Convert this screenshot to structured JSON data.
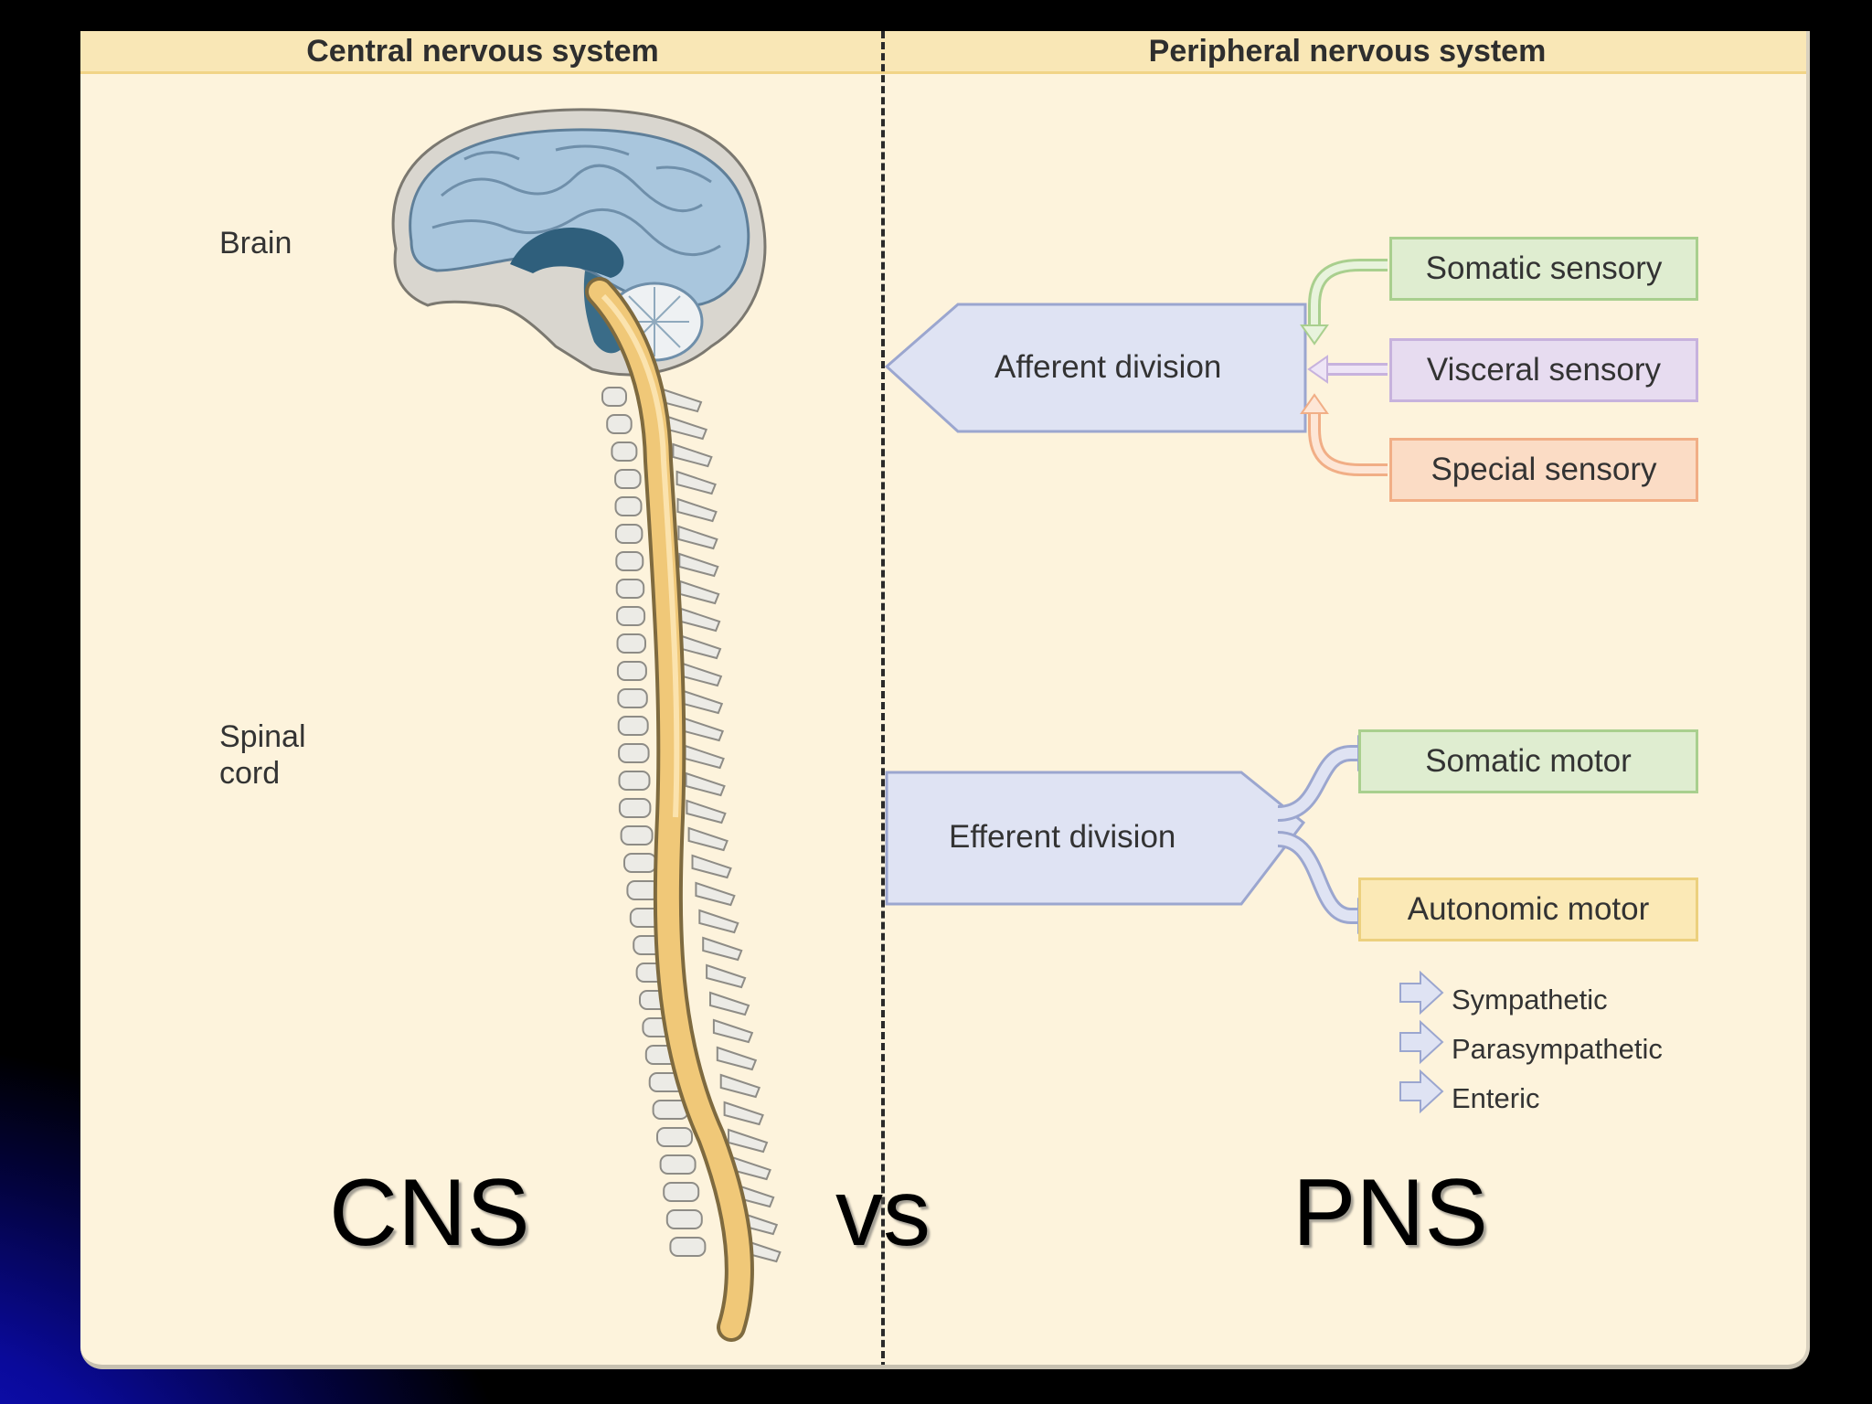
{
  "header": {
    "left": "Central nervous system",
    "right": "Peripheral nervous system"
  },
  "cns_labels": {
    "brain": "Brain",
    "spinal_cord_line1": "Spinal",
    "spinal_cord_line2": "cord"
  },
  "afferent": {
    "label": "Afferent division",
    "branches": [
      "Somatic sensory",
      "Visceral sensory",
      "Special sensory"
    ]
  },
  "efferent": {
    "label": "Efferent division",
    "branches": [
      "Somatic motor",
      "Autonomic motor"
    ],
    "autonomic_subdivisions": [
      "Sympathetic",
      "Parasympathetic",
      "Enteric"
    ]
  },
  "overlay": {
    "left": "CNS",
    "middle": "vs",
    "right": "PNS"
  },
  "colors": {
    "slide_bg": "#fdf3dc",
    "division_fill": "#dfe3f3",
    "somatic": "#dfedd0",
    "visceral": "#e7dcf0",
    "special": "#fbdcc5",
    "autonomic": "#fbe9b6",
    "spinal_cord": "#f0c878",
    "brain": "#a9c6dd"
  }
}
